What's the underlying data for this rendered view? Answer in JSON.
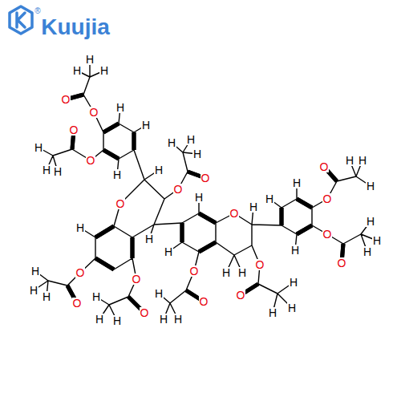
{
  "diagram": {
    "labels": [
      "Kuujia",
      "®",
      "H",
      "H",
      "H",
      "O",
      "O",
      "H",
      "H",
      "O",
      "H",
      "O",
      "H",
      "H",
      "H",
      "H",
      "H",
      "H",
      "H",
      "O",
      "O",
      "O",
      "H",
      "O",
      "H",
      "H",
      "H",
      "O",
      "H",
      "H",
      "H",
      "O",
      "H",
      "O",
      "H",
      "H",
      "O",
      "H",
      "H",
      "H",
      "H",
      "H",
      "H",
      "O",
      "O",
      "O",
      "O",
      "H",
      "H",
      "H",
      "O",
      "H",
      "O",
      "H",
      "H",
      "H",
      "O",
      "H",
      "H",
      "O",
      "H",
      "H",
      "H"
    ]
  }
}
